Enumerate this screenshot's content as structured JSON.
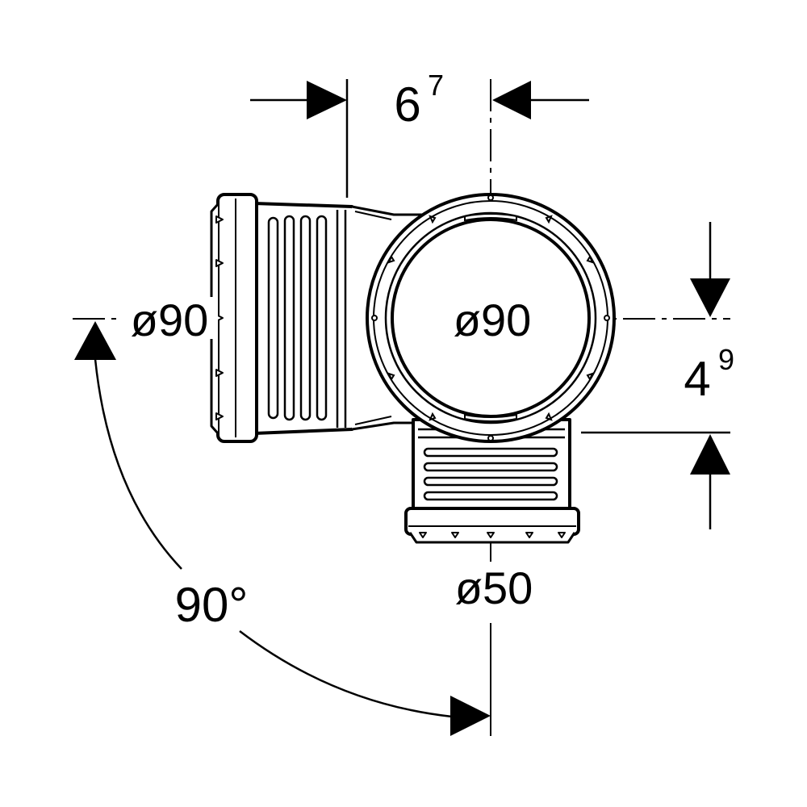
{
  "labels": {
    "inlet_left_diameter": "ø90",
    "main_diameter": "ø90",
    "outlet_diameter": "ø50",
    "angle": "90°",
    "offset_horizontal_main": "6",
    "offset_horizontal_sup": "7",
    "offset_vertical_main": "4",
    "offset_vertical_sup": "9"
  },
  "colors": {
    "line": "#000000",
    "background": "#ffffff"
  }
}
